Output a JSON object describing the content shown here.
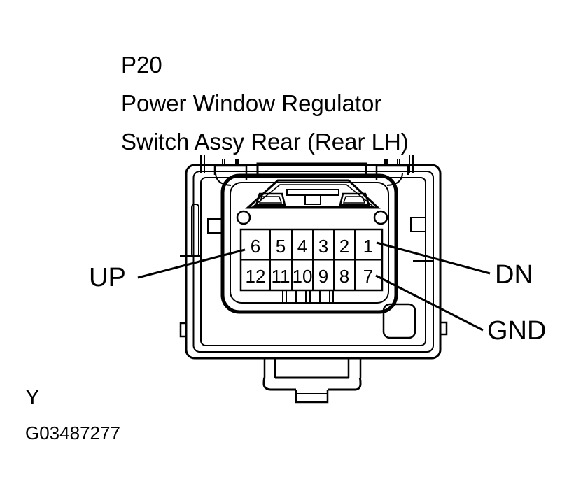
{
  "page": {
    "background": "#ffffff",
    "line_color": "#000000"
  },
  "header": {
    "title_lines": [
      "P20",
      "Power Window Regulator",
      "Switch Assy Rear (Rear LH)"
    ]
  },
  "connector": {
    "pin_grid": {
      "top_row": [
        "6",
        "5",
        "4",
        "3",
        "2",
        "1"
      ],
      "bottom_row": [
        "12",
        "11",
        "10",
        "9",
        "8",
        "7"
      ]
    },
    "terminals": [
      {
        "label": "UP",
        "pin": "6"
      },
      {
        "label": "DN",
        "pin": "1"
      },
      {
        "label": "GND",
        "pin": "7"
      }
    ]
  },
  "footer": {
    "view_label": "Y",
    "figure_number": "G03487277"
  }
}
